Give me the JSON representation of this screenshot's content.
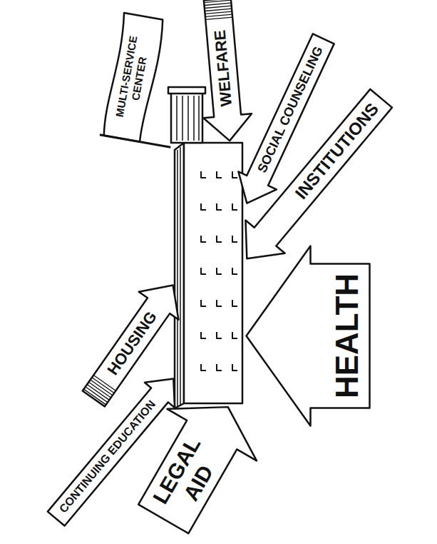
{
  "diagram": {
    "nodes": [
      {
        "text": [
          "MULTI-SERVICE CENTER"
        ]
      },
      {
        "text": [
          "WELFARE"
        ]
      },
      {
        "text": [
          "SOCIAL COUNSELING"
        ]
      },
      {
        "text": [
          "INSTITUTIONS"
        ]
      },
      {
        "text": [
          "HEALTH"
        ]
      },
      {
        "text": [
          "LEGAL AID"
        ]
      },
      {
        "text": [
          "CONTINUING EDUCATION"
        ]
      },
      {
        "text": [
          "HOUSING"
        ]
      }
    ]
  }
}
